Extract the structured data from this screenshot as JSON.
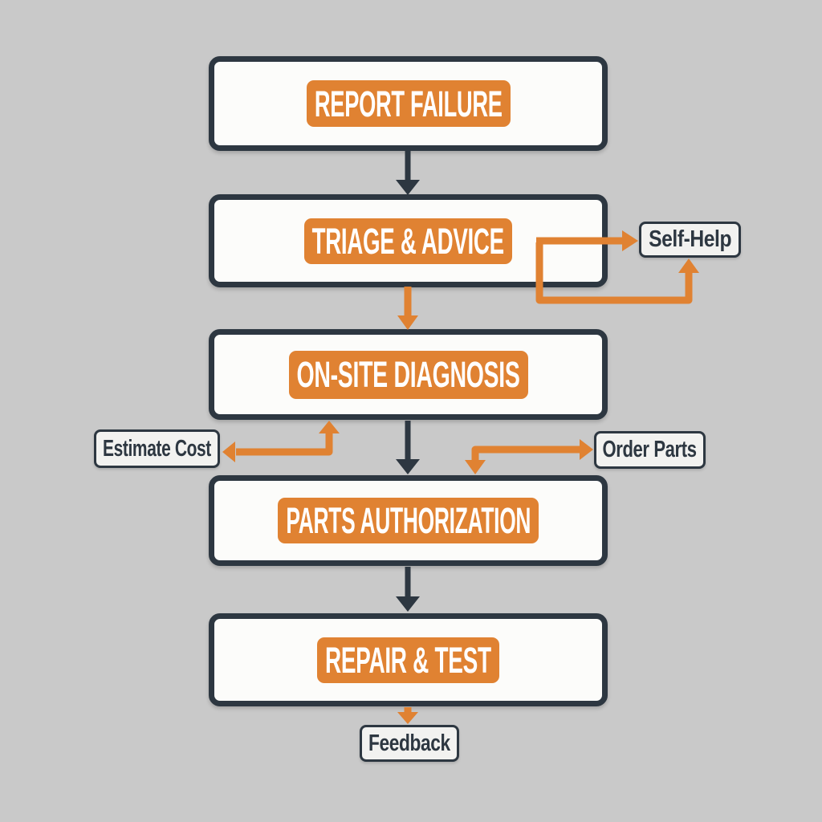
{
  "colors": {
    "background": "#c9c9c9",
    "box_fill": "#fcfcfa",
    "box_border": "#2d3741",
    "accent_orange": "#e08232",
    "small_box_fill": "#f2f2f0",
    "label_text": "#ffffff"
  },
  "flowchart": {
    "steps": [
      {
        "label": "REPORT FAILURE"
      },
      {
        "label": "TRIAGE & ADVICE"
      },
      {
        "label": "ON-SITE DIAGNOSIS"
      },
      {
        "label": "PARTS AUTHORIZATION"
      },
      {
        "label": "REPAIR & TEST"
      }
    ],
    "side_nodes": [
      {
        "label": "Self-Help"
      },
      {
        "label": "Estimate Cost"
      },
      {
        "label": "Order Parts"
      },
      {
        "label": "Feedback"
      }
    ],
    "connections": [
      {
        "from": "REPORT FAILURE",
        "to": "TRIAGE & ADVICE",
        "color": "dark"
      },
      {
        "from": "TRIAGE & ADVICE",
        "to": "Self-Help",
        "color": "orange"
      },
      {
        "from": "TRIAGE & ADVICE",
        "to": "Self-Help",
        "color": "orange",
        "route": "loop-below"
      },
      {
        "from": "TRIAGE & ADVICE",
        "to": "ON-SITE DIAGNOSIS",
        "color": "orange"
      },
      {
        "from": "ON-SITE DIAGNOSIS",
        "to": "Estimate Cost",
        "color": "orange",
        "heads": [
          "up",
          "left"
        ]
      },
      {
        "from": "ON-SITE DIAGNOSIS",
        "to": "PARTS AUTHORIZATION",
        "color": "dark"
      },
      {
        "from": "Order Parts",
        "to": "PARTS AUTHORIZATION",
        "color": "orange",
        "heads": [
          "right",
          "down"
        ]
      },
      {
        "from": "PARTS AUTHORIZATION",
        "to": "REPAIR & TEST",
        "color": "dark"
      },
      {
        "from": "REPAIR & TEST",
        "to": "Feedback",
        "color": "orange"
      }
    ]
  }
}
